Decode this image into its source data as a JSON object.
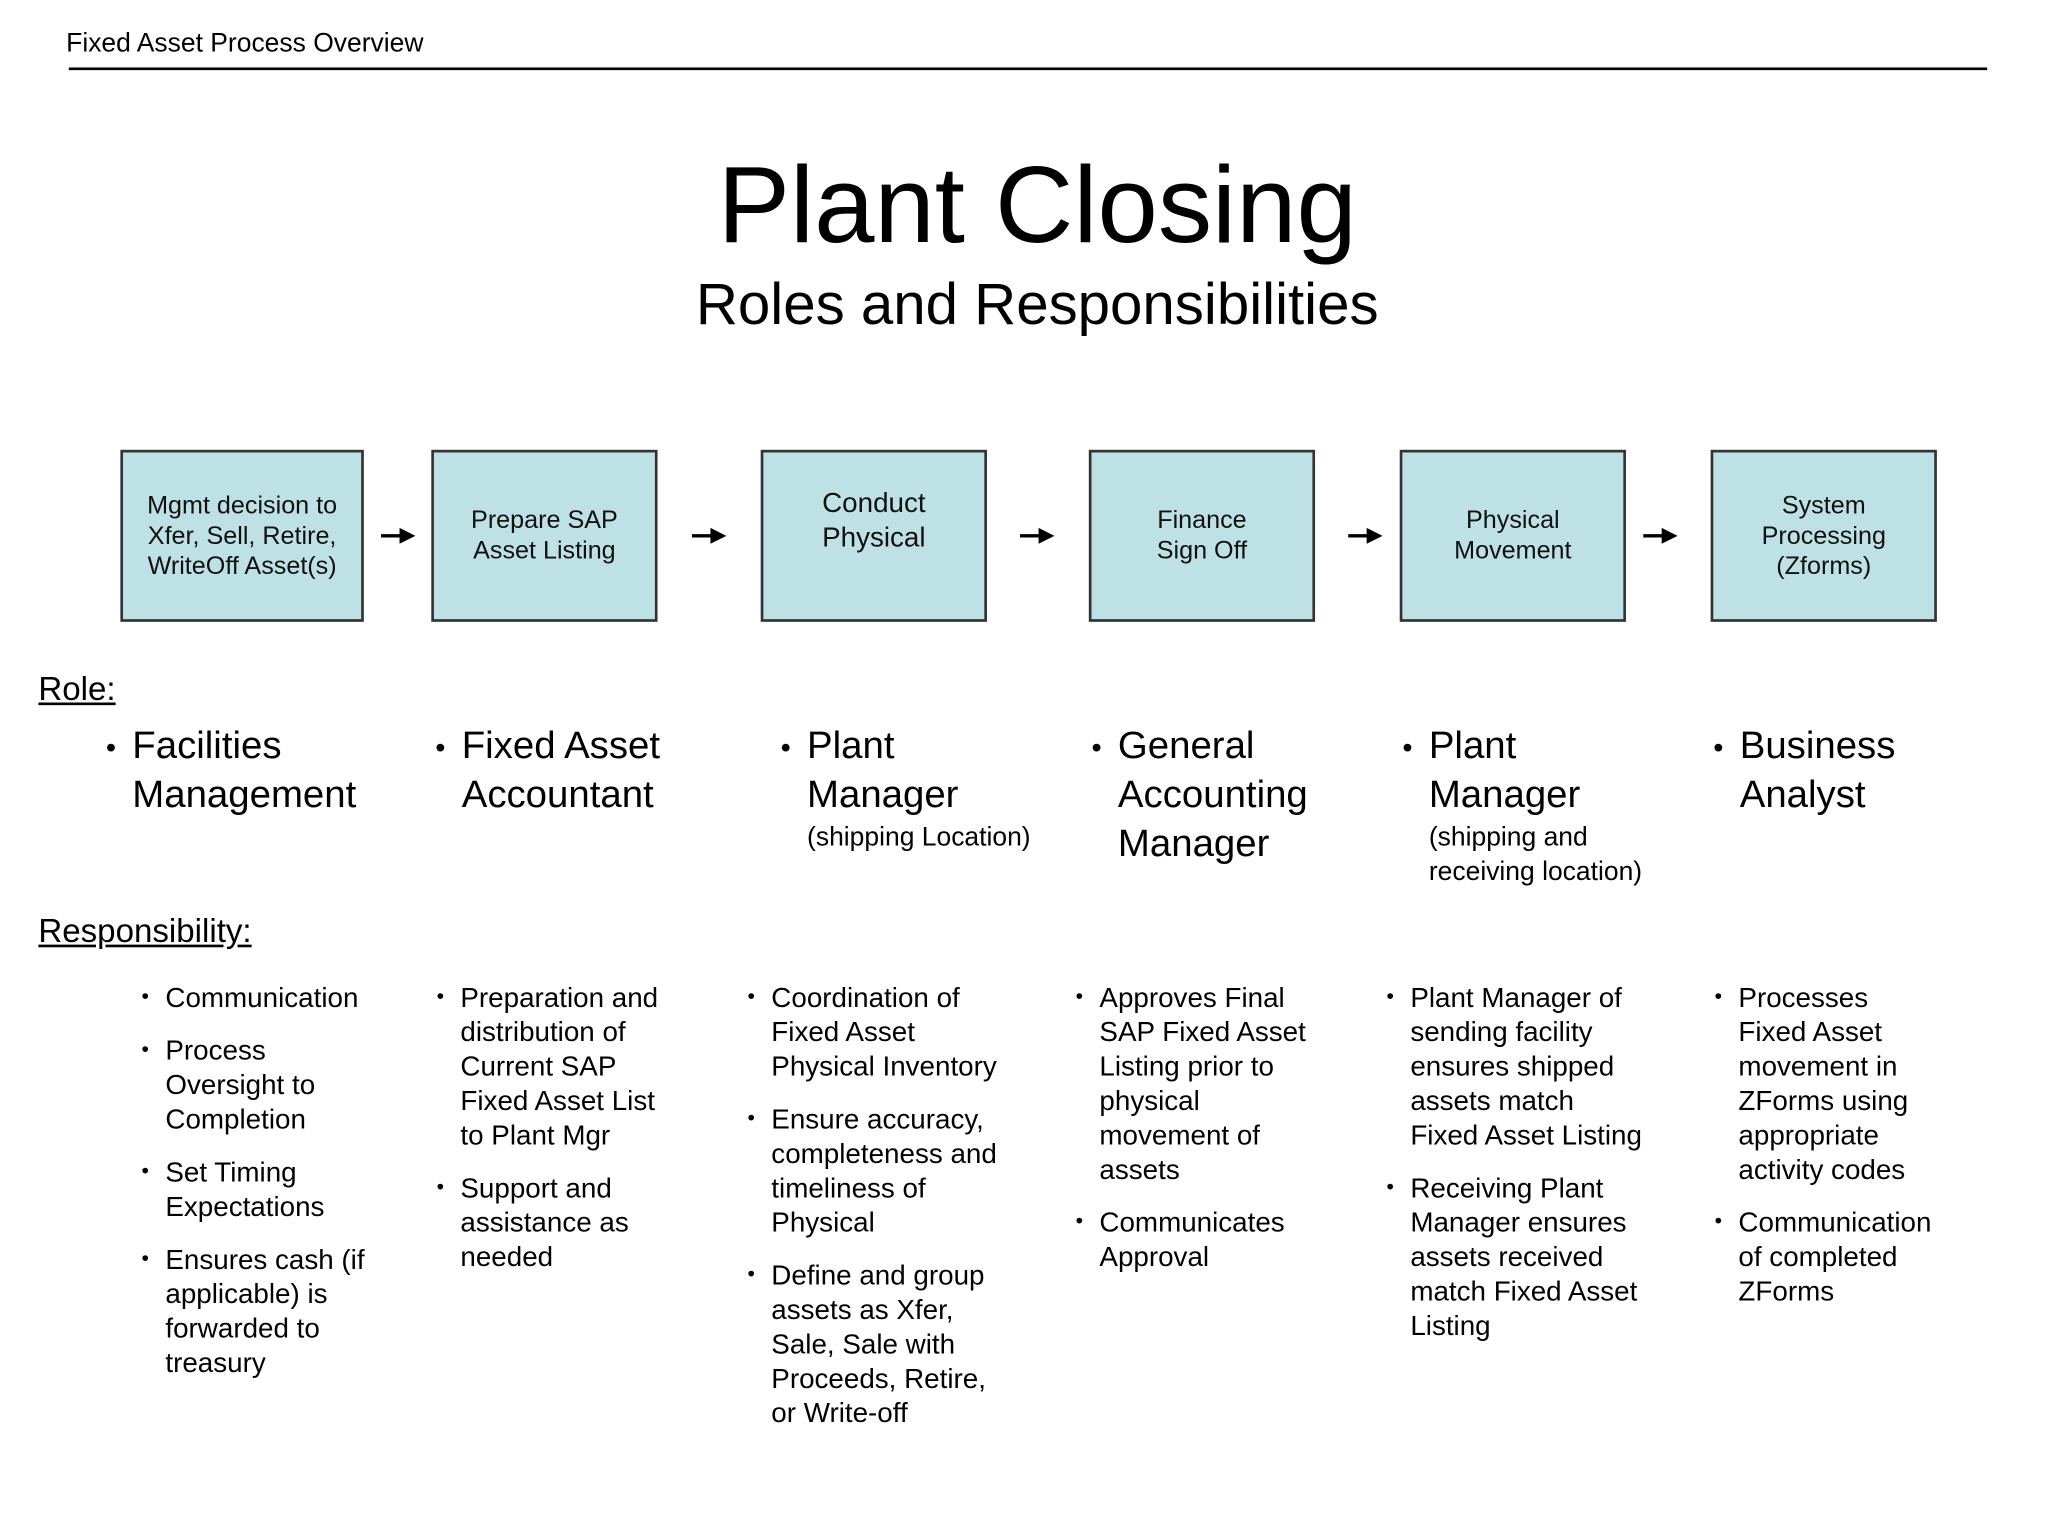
{
  "header": {
    "title": "Fixed Asset Process Overview"
  },
  "title": "Plant Closing",
  "subtitle": "Roles and Responsibilities",
  "colors": {
    "box_fill": "#bde1e4",
    "box_border": "#333333"
  },
  "process_steps": [
    "Mgmt decision to\nXfer, Sell, Retire,\nWriteOff Asset(s)",
    "Prepare SAP\nAsset Listing",
    "Conduct\nPhysical",
    "Finance\nSign Off",
    "Physical\nMovement",
    "System\nProcessing\n(Zforms)"
  ],
  "role_label": "Role:",
  "responsibility_label": "Responsibility:",
  "roles": [
    {
      "name": "Facilities\nManagement",
      "note": ""
    },
    {
      "name": "Fixed Asset\nAccountant",
      "note": ""
    },
    {
      "name": "Plant\nManager",
      "note": "(shipping Location)"
    },
    {
      "name": "General\nAccounting\nManager",
      "note": ""
    },
    {
      "name": "Plant\nManager",
      "note": "(shipping and\nreceiving location)"
    },
    {
      "name": "Business\nAnalyst",
      "note": ""
    }
  ],
  "responsibilities": [
    [
      "Communication",
      "Process\nOversight to\nCompletion",
      "Set Timing\nExpectations",
      "Ensures cash (if\napplicable) is\nforwarded to\ntreasury"
    ],
    [
      "Preparation and\ndistribution of\nCurrent SAP\nFixed Asset List\nto Plant Mgr",
      "Support and\nassistance as\nneeded"
    ],
    [
      "Coordination of\nFixed Asset\nPhysical Inventory",
      "Ensure accuracy,\ncompleteness and\ntimeliness of\nPhysical",
      "Define and group\nassets as Xfer,\nSale, Sale with\nProceeds, Retire,\nor Write-off"
    ],
    [
      "Approves Final\nSAP Fixed Asset\nListing prior to\nphysical\nmovement of\nassets",
      "Communicates\nApproval"
    ],
    [
      "Plant Manager of\nsending facility\nensures shipped\nassets match\nFixed Asset Listing",
      "Receiving Plant\nManager ensures\nassets received\nmatch Fixed Asset\nListing"
    ],
    [
      "Processes\nFixed Asset\nmovement in\nZForms using\nappropriate\nactivity codes",
      "Communication\nof completed\nZForms"
    ]
  ]
}
